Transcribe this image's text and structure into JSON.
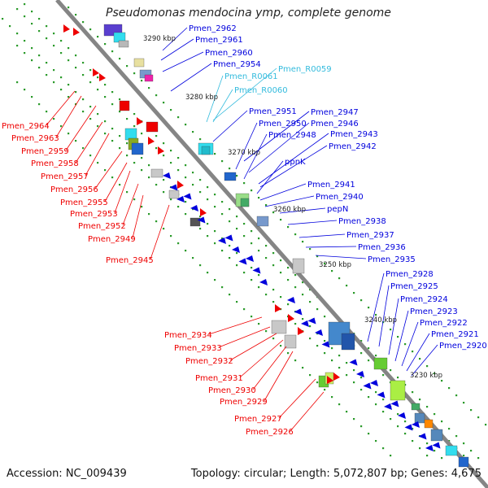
{
  "header": {
    "title": "Pseudomonas mendocina ymp, complete genome"
  },
  "footer": {
    "accession": "Accession: NC_009439",
    "summary": "Topology: circular; Length: 5,072,807 bp; Genes: 4,675"
  },
  "colors": {
    "backbone": "#808080",
    "forward_strand": "#0000dd",
    "reverse_strand": "#ee0000",
    "rna_label": "#33bbdd",
    "tick": "#2a9a2a"
  },
  "scale_labels": [
    "3290 kbp",
    "3280 kbp",
    "3270 kbp",
    "3260 kbp",
    "3250 kbp",
    "3240 kbp",
    "3230 kbp"
  ],
  "forward_labels": [
    "Pmen_2962",
    "Pmen_2961",
    "Pmen_2960",
    "Pmen_2954",
    "Pmen_R0061",
    "Pmen_R0059",
    "Pmen_R0060",
    "Pmen_2951",
    "Pmen_2947",
    "Pmen_2950",
    "Pmen_2946",
    "Pmen_2948",
    "Pmen_2943",
    "Pmen_2942",
    "ppnK",
    "Pmen_2941",
    "Pmen_2940",
    "pepN",
    "Pmen_2938",
    "Pmen_2937",
    "Pmen_2936",
    "Pmen_2935",
    "Pmen_2928",
    "Pmen_2925",
    "Pmen_2924",
    "Pmen_2923",
    "Pmen_2922",
    "Pmen_2921",
    "Pmen_2920"
  ],
  "reverse_labels": [
    "Pmen_2964",
    "Pmen_2963",
    "Pmen_2959",
    "Pmen_2958",
    "Pmen_2957",
    "Pmen_2956",
    "Pmen_2955",
    "Pmen_2953",
    "Pmen_2952",
    "Pmen_2949",
    "Pmen_2945",
    "Pmen_2934",
    "Pmen_2933",
    "Pmen_2932",
    "Pmen_2931",
    "Pmen_2930",
    "Pmen_2929",
    "Pmen_2927",
    "Pmen_2926"
  ],
  "rna_labels": [
    "Pmen_R0061",
    "Pmen_R0059",
    "Pmen_R0060"
  ]
}
